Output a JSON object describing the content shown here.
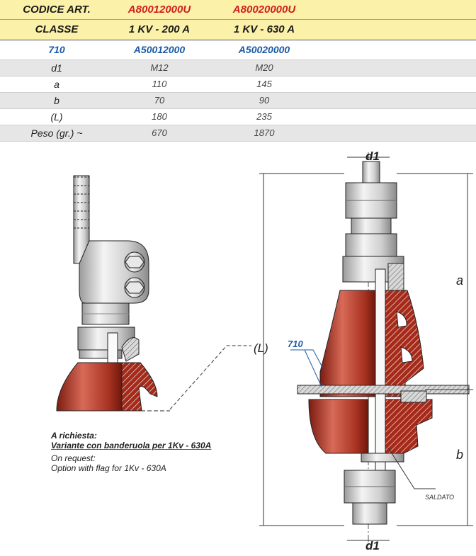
{
  "table": {
    "header": [
      {
        "label": "CODICE ART.",
        "c1": "A80012000U",
        "c2": "A80020000U"
      },
      {
        "label": "CLASSE",
        "c1": "1 KV - 200 A",
        "c2": "1 KV - 630 A"
      }
    ],
    "code_row": {
      "label": "710",
      "c1": "A50012000",
      "c2": "A50020000"
    },
    "rows": [
      {
        "label": "d1",
        "c1": "M12",
        "c2": "M20"
      },
      {
        "label": "a",
        "c1": "110",
        "c2": "145"
      },
      {
        "label": "b",
        "c1": "70",
        "c2": "90"
      },
      {
        "label": "(L)",
        "c1": "180",
        "c2": "235"
      },
      {
        "label": "Peso (gr.) ~",
        "c1": "670",
        "c2": "1870"
      }
    ]
  },
  "notes": {
    "it_title": "A richiesta:",
    "it_text": "Variante con banderuola per 1Kv - 630A",
    "en_title": "On request:",
    "en_text": "Option with flag for 1Kv - 630A"
  },
  "drawing_labels": {
    "d1_top": "d1",
    "d1_bottom": "d1",
    "a": "a",
    "b": "b",
    "L": "(L)",
    "part": "710",
    "saldato": "SALDATO"
  },
  "colors": {
    "header_bg": "#fbf1a8",
    "row_alt_bg": "#e6e6e6",
    "red_text": "#cf1f1f",
    "blue_text": "#1b5aa8",
    "insulator": "#a52a1a"
  }
}
